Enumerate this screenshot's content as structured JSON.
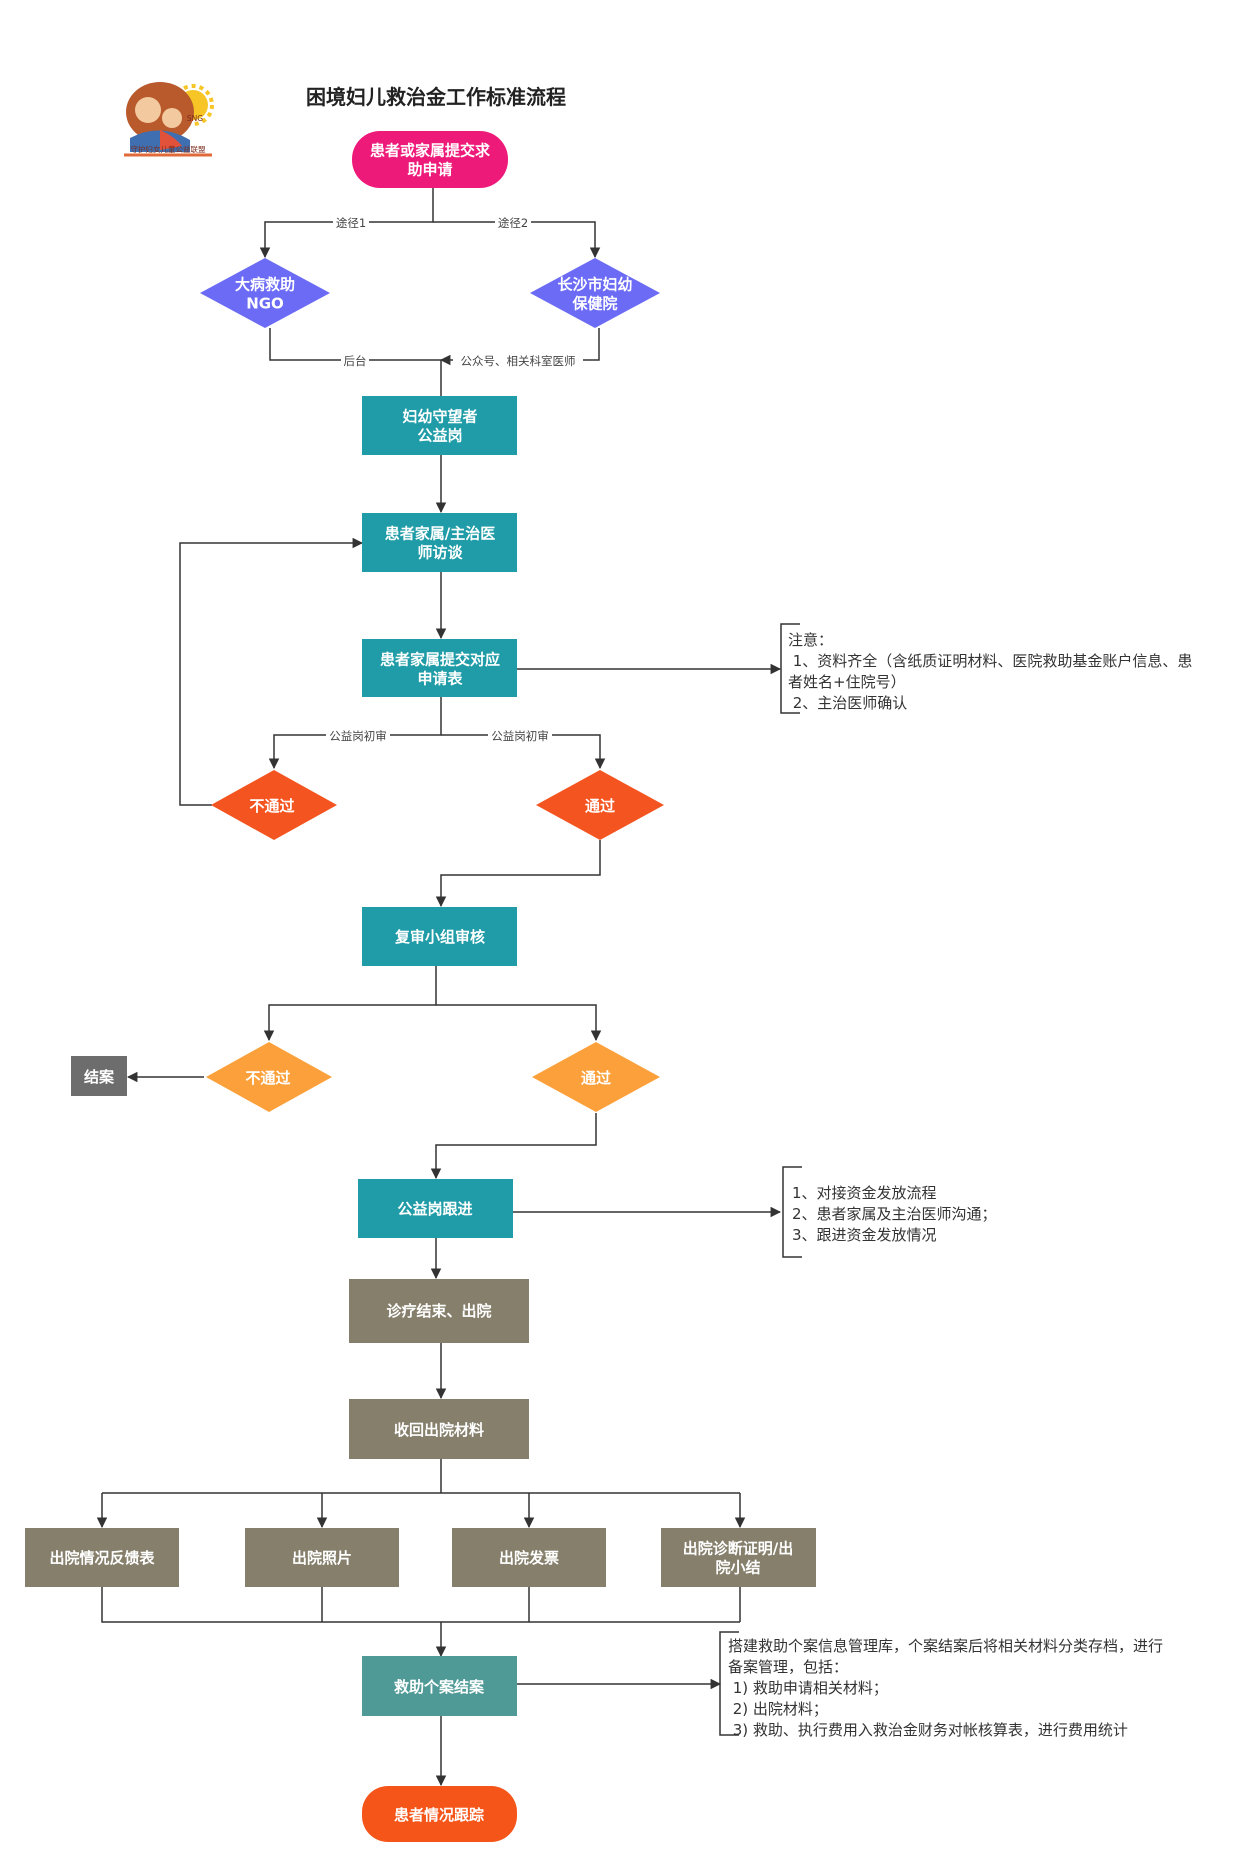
{
  "title": "困境妇儿救治金工作标准流程",
  "logo": {
    "caption": "守护妇女儿童公益联盟",
    "badge": "SNG"
  },
  "colors": {
    "start": "#ee1a7a",
    "route_diamond": "#6b6bf5",
    "teal": "#1f9ca7",
    "reject_red": "#f4541f",
    "orange_diamond": "#fba03a",
    "gray_box": "#857f6c",
    "dark_gray": "#6d6d6d",
    "final_teal": "#4f9a96",
    "end": "#f55518",
    "line": "#333333"
  },
  "nodes": {
    "start": "患者或家属提交求\n助申请",
    "ngo": "大病救助\nNGO",
    "changsha": "长沙市妇幼\n保健院",
    "guardian": "妇幼守望者\n公益岗",
    "interview": "患者家属/主治医\n师访谈",
    "submit_form": "患者家属提交对应\n申请表",
    "reject1": "不通过",
    "pass1": "通过",
    "review_group": "复审小组审核",
    "reject2": "不通过",
    "pass2": "通过",
    "close_case": "结案",
    "follow_up": "公益岗跟进",
    "discharge": "诊疗结束、出院",
    "collect": "收回出院材料",
    "feedback_form": "出院情况反馈表",
    "photos": "出院照片",
    "invoice": "出院发票",
    "diagnosis": "出院诊断证明/出\n院小结",
    "case_closure": "救助个案结案",
    "patient_tracking": "患者情况跟踪"
  },
  "edge_labels": {
    "route1": "途径1",
    "route2": "途径2",
    "backend": "后台",
    "public_account": "公众号、相关科室医师",
    "initial_review_left": "公益岗初审",
    "initial_review_right": "公益岗初审"
  },
  "notes": {
    "note1": [
      "注意：",
      "  1、资料齐全（含纸质证明材料、医院救助基金账户信息、患",
      "者姓名+住院号）",
      "  2、主治医师确认"
    ],
    "note2": [
      "1、对接资金发放流程",
      "2、患者家属及主治医师沟通；",
      "3、跟进资金发放情况"
    ],
    "note3": [
      "  搭建救助个案信息管理库，个案结案后将相关材料分类存档，进行",
      "备案管理，包括：",
      "  1) 救助申请相关材料；",
      "  2) 出院材料；",
      "  3) 救助、执行费用入救治金财务对帐核算表，进行费用统计"
    ]
  }
}
